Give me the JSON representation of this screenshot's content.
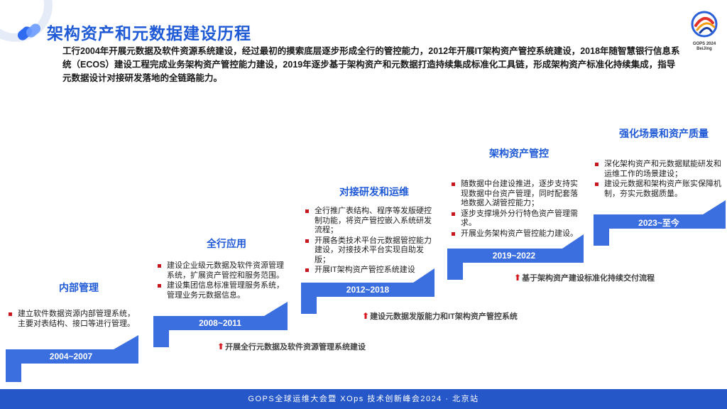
{
  "header": {
    "title": "架构资产和元数据建设历程",
    "logo_line1": "GOPS 2024",
    "logo_line2": "BeiJing"
  },
  "intro": "工行2004年开展元数据及软件资源系统建设，经过最初的摸索底层逐步形成全行的管控能力，2012年开展IT架构资产管控系统建设，2018年随智慧银行信息系统（ECOS）建设工程完成业务架构资产管控能力建设，2019年逐步基于架构资产和元数据打造持续集成标准化工具链，形成架构资产标准化持续集成，指导元数据设计对接研发落地的全链路能力。",
  "stages": [
    {
      "title": "内部管理",
      "year": "2004~2007",
      "items": [
        "建立软件数据资源内部管理系统，主要对表结构、接口等进行管理。"
      ]
    },
    {
      "title": "全行应用",
      "year": "2008~2011",
      "items": [
        "建设企业级元数据及软件资源管理系统，扩展资产管控和服务范围。",
        "建设集团信息标准管理服务系统，管理业务元数据信息。"
      ]
    },
    {
      "title": "对接研发和运维",
      "year": "2012~2018",
      "items": [
        "全行推广表结构、程序等发版硬控制功能，将资产管控嵌入系统研发流程；",
        "开展各类技术平台元数据管控能力建设，对接技术平台实现自助发版；",
        "开展IT架构资产管控系统建设"
      ]
    },
    {
      "title": "架构资产管控",
      "year": "2019~2022",
      "items": [
        "随数据中台建设推进，逐步支持实现数据中台资产管理，同时配套落地数据入湖管控能力；",
        "逐步支撑境外分行特色资产管理需求。",
        "开展业务架构资产管控能力建设。"
      ]
    },
    {
      "title": "强化场景和资产质量",
      "year": "2023~至今",
      "items": [
        "深化架构资产和元数据赋能研发和运维工作的场景建设；",
        "建设元数据和架构资产账实保障机制，夯实元数据质量。"
      ]
    }
  ],
  "milestones": [
    "开展全行元数据及软件资源管理系统建设",
    "建设元数据发版能力和IT架构资产管控系统",
    "基于架构资产建设标准化持续交付流程"
  ],
  "footer": "GOPS全球运维大会暨 XOps 技术创新峰会2024 · 北京站",
  "colors": {
    "accent": "#1f5ad6",
    "stair": "#3b6fe0",
    "bullet": "#c8161d",
    "footer": "#2657c9"
  }
}
